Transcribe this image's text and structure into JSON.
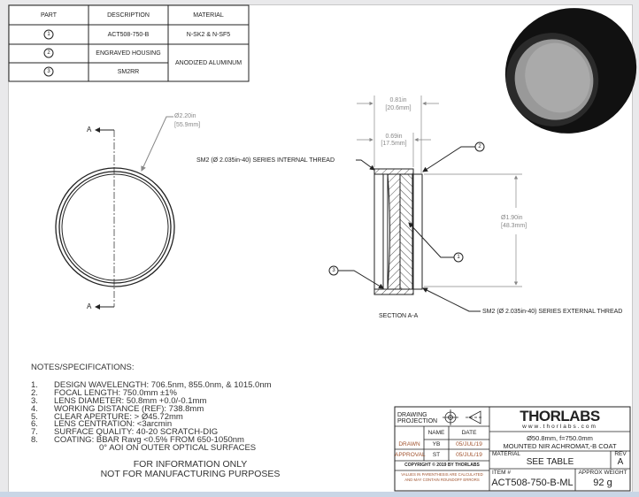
{
  "parts_table": {
    "headers": [
      "PART",
      "DESCRIPTION",
      "MATERIAL"
    ],
    "rows": [
      {
        "part": "1",
        "description": "ACT508-750-B",
        "material": "N-SK2 & N-SF5"
      },
      {
        "part": "2",
        "description": "ENGRAVED HOUSING",
        "material": "ANODIZED ALUMINUM"
      },
      {
        "part": "3",
        "description": "SM2RR",
        "material": ""
      }
    ]
  },
  "front_view": {
    "section_label_top": "A",
    "section_label_bottom": "A",
    "diameter_in": "Ø2.20in",
    "diameter_mm": "[55.9mm]"
  },
  "section_view": {
    "dim_overall_in": "0.81in",
    "dim_overall_mm": "[20.6mm]",
    "dim_inner_in": "0.69in",
    "dim_inner_mm": "[17.5mm]",
    "dim_diameter_in": "Ø1.90in",
    "dim_diameter_mm": "[48.3mm]",
    "internal_thread": "SM2 (Ø 2.035in-40) SERIES INTERNAL THREAD",
    "external_thread": "SM2 (Ø 2.035in-40) SERIES EXTERNAL THREAD",
    "title": "SECTION A-A",
    "balloons": [
      "1",
      "2",
      "3"
    ]
  },
  "notes": {
    "heading": "NOTES/SPECIFICATIONS:",
    "items": [
      {
        "n": "1.",
        "text": "DESIGN WAVELENGTH: 706.5nm, 855.0nm, & 1015.0nm"
      },
      {
        "n": "2.",
        "text": "FOCAL LENGTH: 750.0mm ±1%"
      },
      {
        "n": "3.",
        "text": "LENS DIAMETER: 50.8mm +0.0/-0.1mm"
      },
      {
        "n": "4.",
        "text": "WORKING DISTANCE (REF): 738.8mm"
      },
      {
        "n": "5.",
        "text": "CLEAR APERTURE: > Ø45.72mm"
      },
      {
        "n": "6.",
        "text": "LENS CENTRATION: <3arcmin"
      },
      {
        "n": "7.",
        "text": "SURFACE QUALITY: 40-20 SCRATCH-DIG"
      },
      {
        "n": "8.",
        "text": "COATING: BBAR Ravg <0.5% FROM 650-1050nm"
      }
    ],
    "item8_cont": "0° AOI ON OUTER OPTICAL SURFACES",
    "disclaimer_1": "FOR INFORMATION ONLY",
    "disclaimer_2": "NOT FOR MANUFACTURING PURPOSES"
  },
  "title_block": {
    "drawing_projection": "DRAWING PROJECTION",
    "name_header": "NAME",
    "date_header": "DATE",
    "drawn_label": "DRAWN",
    "drawn_name": "YB",
    "drawn_date": "05/JUL/19",
    "approval_label": "APPROVAL",
    "approval_name": "ST",
    "approval_date": "05/JUL/19",
    "copyright": "COPYRIGHT © 2019 BY THORLABS",
    "values_note_1": "VALUES IN PARENTHESIS ARE CALCULATED",
    "values_note_2": "AND MAY CONTAIN ROUNDOFF ERRORS",
    "logo": "THORLABS",
    "website": "www.thorlabs.com",
    "desc_1": "Ø50.8mm, f=750.0mm",
    "desc_2": "MOUNTED NIR ACHROMAT,-B COAT",
    "material_label": "MATERIAL",
    "material_value": "SEE TABLE",
    "rev_label": "REV",
    "rev_value": "A",
    "item_label": "ITEM #",
    "item_value": "ACT508-750-B-ML",
    "weight_label": "APPROX WEIGHT",
    "weight_value": "92 g"
  }
}
